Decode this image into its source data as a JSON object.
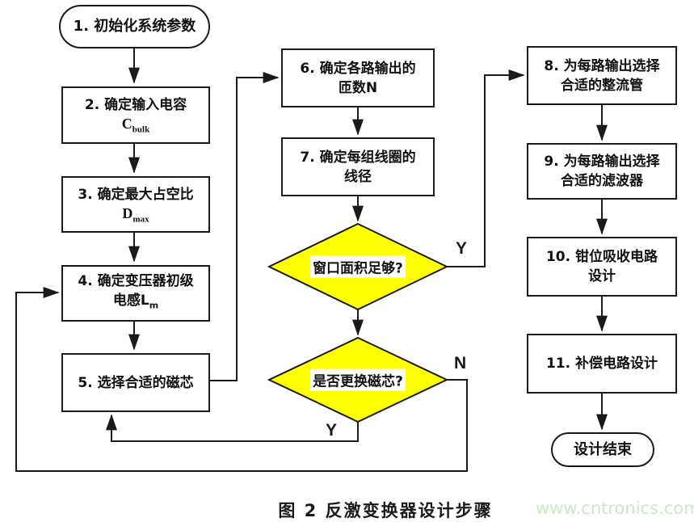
{
  "figure": {
    "caption": "图 2 反激变换器设计步骤",
    "watermark": "www.cntronics.com"
  },
  "flowchart": {
    "start": {
      "label": "1. 初始化系统参数"
    },
    "step2": {
      "line1": "2. 确定输入电容",
      "symbol": "C",
      "subscript": "bulk"
    },
    "step3": {
      "line1": "3. 确定最大占空比",
      "symbol": "D",
      "subscript": "max"
    },
    "step4": {
      "line1": "4. 确定变压器初级",
      "line2_prefix": "电感L",
      "subscript": "m"
    },
    "step5": {
      "label": "5. 选择合适的磁芯"
    },
    "step6": {
      "line1": "6. 确定各路输出的",
      "line2": "匝数N"
    },
    "step7": {
      "line1": "7. 确定每组线圈的",
      "line2": "线径"
    },
    "decision1": {
      "label": "窗口面积足够?",
      "yes_label": "Y"
    },
    "decision2": {
      "label": "是否更换磁芯?",
      "yes_label": "Y",
      "no_label": "N"
    },
    "step8": {
      "line1": "8. 为每路输出选择",
      "line2": "合适的整流管"
    },
    "step9": {
      "line1": "9. 为每路输出选择",
      "line2": "合适的滤波器"
    },
    "step10": {
      "line1": "10. 钳位吸收电路",
      "line2": "设计"
    },
    "step11": {
      "label": "11. 补偿电路设计"
    },
    "end": {
      "label": "设计结束"
    }
  },
  "colors": {
    "decision_fill": "#ffff00",
    "line": "#1a1a1a",
    "box_border": "#1a1a1a",
    "watermark": "#cbe9c6"
  }
}
